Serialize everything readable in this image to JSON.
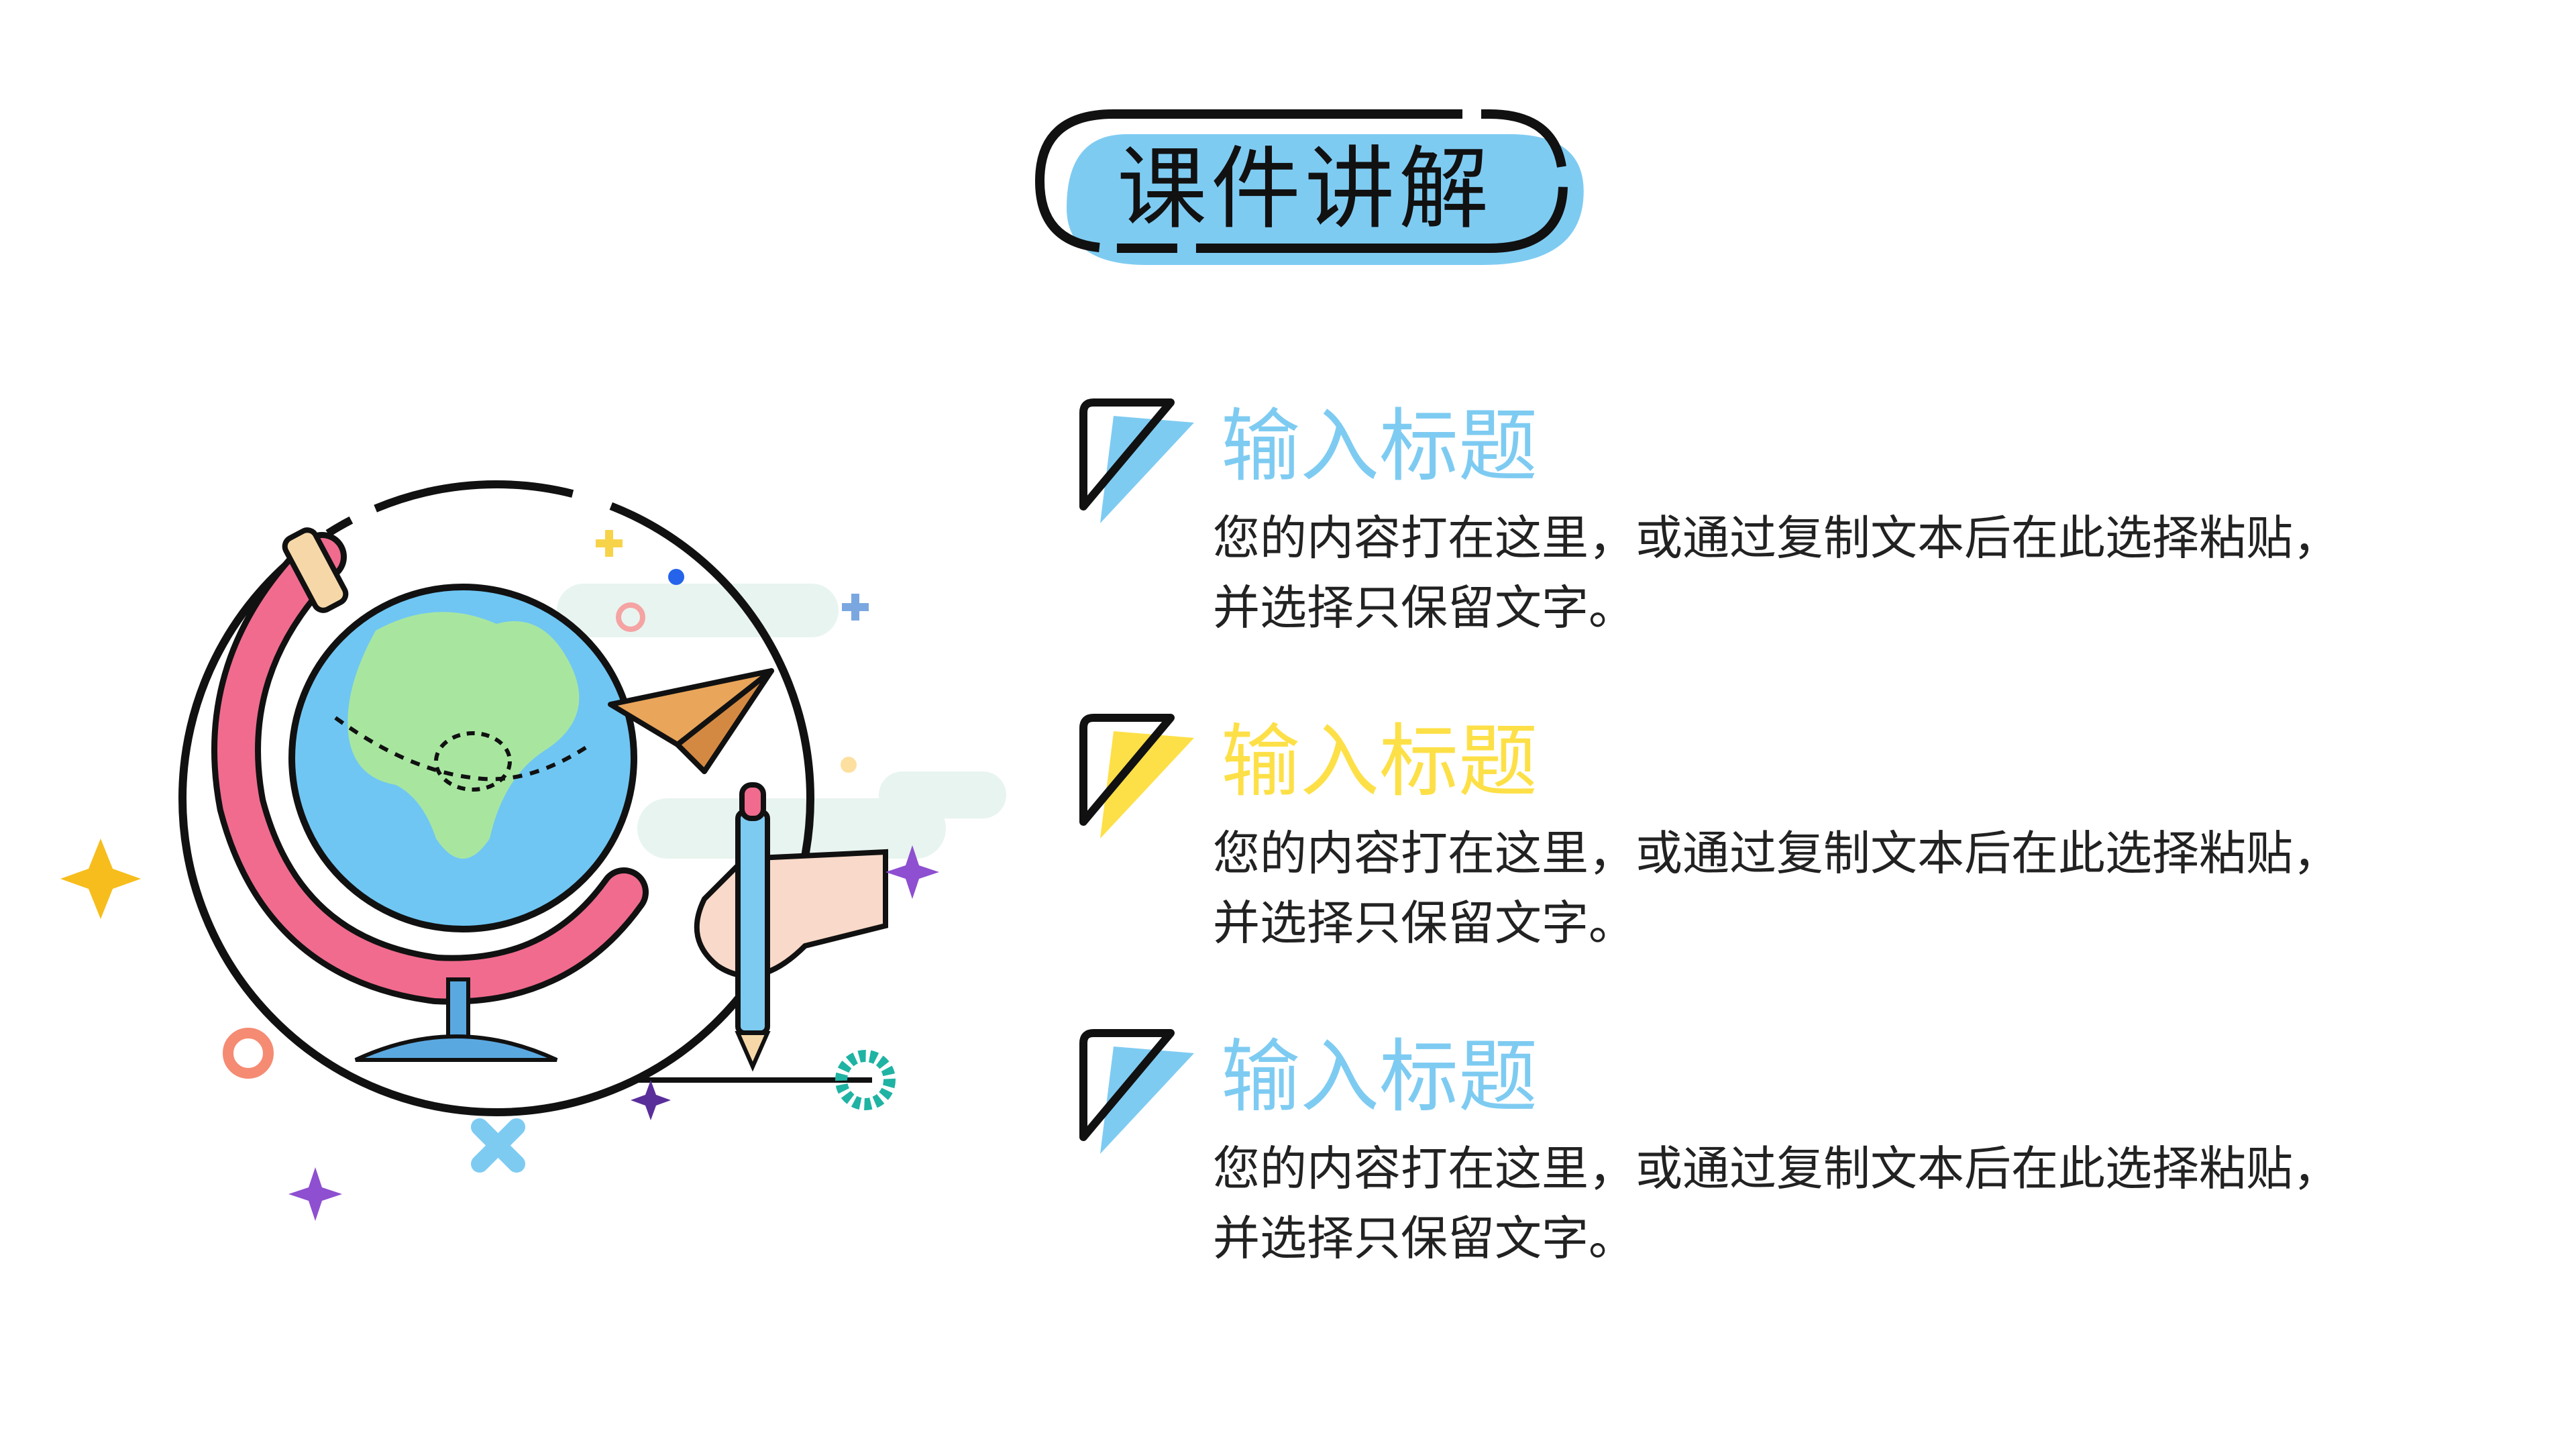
{
  "title": "课件讲解",
  "colors": {
    "blue": "#7ecbf2",
    "yellow": "#fde047",
    "ink": "#111111"
  },
  "items": [
    {
      "heading": "输入标题",
      "body_line1": "您的内容打在这里，或通过复制文本后在此选择粘贴，",
      "body_line2": "并选择只保留文字。",
      "accent": "#7ecbf2"
    },
    {
      "heading": "输入标题",
      "body_line1": "您的内容打在这里，或通过复制文本后在此选择粘贴，",
      "body_line2": "并选择只保留文字。",
      "accent": "#fde047"
    },
    {
      "heading": "输入标题",
      "body_line1": "您的内容打在这里，或通过复制文本后在此选择粘贴，",
      "body_line2": "并选择只保留文字。",
      "accent": "#7ecbf2"
    }
  ],
  "illustration": {
    "icon": "globe-with-paper-plane-and-writing-hand-icon"
  }
}
